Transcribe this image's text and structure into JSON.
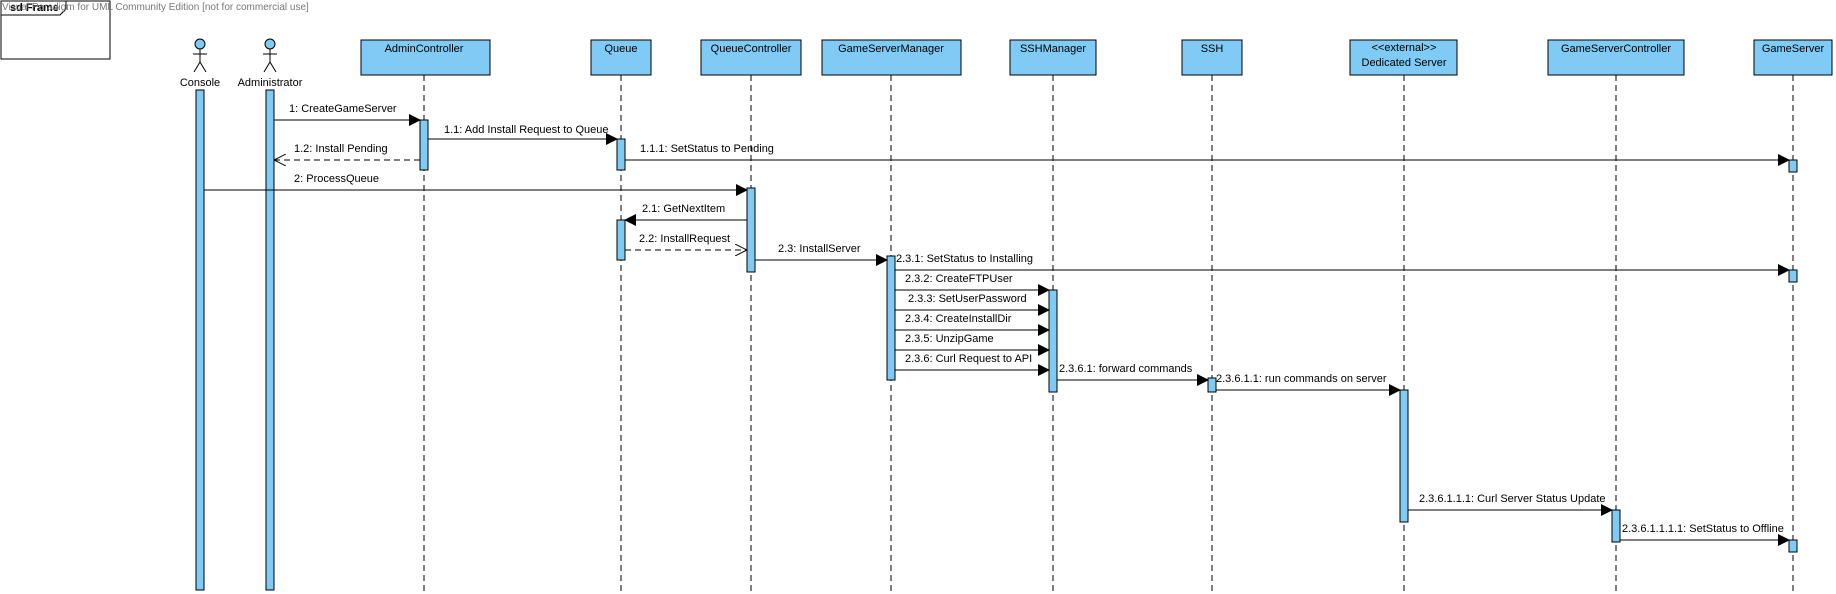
{
  "watermark": "Visual Paradigm for UML Community Edition [not for commercial use]",
  "frame_label": "sd Frame",
  "colors": {
    "box_fill": "#7fcbf5",
    "stroke": "#000000",
    "background": "#ffffff"
  },
  "actors": [
    {
      "id": "console",
      "name": "Console"
    },
    {
      "id": "admin",
      "name": "Administrator"
    }
  ],
  "lifelines": [
    {
      "id": "adminctl",
      "name": "AdminController"
    },
    {
      "id": "queue",
      "name": "Queue"
    },
    {
      "id": "queuectl",
      "name": "QueueController"
    },
    {
      "id": "gsm",
      "name": "GameServerManager"
    },
    {
      "id": "sshm",
      "name": "SSHManager"
    },
    {
      "id": "ssh",
      "name": "SSH"
    },
    {
      "id": "ded",
      "stereotype": "<<external>>",
      "name": "Dedicated Server"
    },
    {
      "id": "gsc",
      "name": "GameServerController"
    },
    {
      "id": "gs",
      "name": "GameServer"
    }
  ],
  "messages": [
    {
      "id": "m1",
      "label": "1: CreateGameServer",
      "kind": "sync"
    },
    {
      "id": "m1_1",
      "label": "1.1: Add Install Request to Queue",
      "kind": "sync"
    },
    {
      "id": "m1_1_1",
      "label": "1.1.1: SetStatus to Pending",
      "kind": "sync"
    },
    {
      "id": "m1_2",
      "label": "1.2: Install Pending",
      "kind": "return"
    },
    {
      "id": "m2",
      "label": "2: ProcessQueue",
      "kind": "sync"
    },
    {
      "id": "m2_1",
      "label": "2.1: GetNextItem",
      "kind": "sync"
    },
    {
      "id": "m2_2",
      "label": "2.2: InstallRequest",
      "kind": "return"
    },
    {
      "id": "m2_3",
      "label": "2.3: InstallServer",
      "kind": "sync"
    },
    {
      "id": "m2_3_1",
      "label": "2.3.1: SetStatus to Installing",
      "kind": "sync"
    },
    {
      "id": "m2_3_2",
      "label": "2.3.2: CreateFTPUser",
      "kind": "sync"
    },
    {
      "id": "m2_3_3",
      "label": "2.3.3: SetUserPassword",
      "kind": "sync"
    },
    {
      "id": "m2_3_4",
      "label": "2.3.4: CreateInstallDir",
      "kind": "sync"
    },
    {
      "id": "m2_3_5",
      "label": "2.3.5: UnzipGame",
      "kind": "sync"
    },
    {
      "id": "m2_3_6",
      "label": "2.3.6: Curl Request to API",
      "kind": "sync"
    },
    {
      "id": "m2_3_6_1",
      "label": "2.3.6.1: forward commands",
      "kind": "sync"
    },
    {
      "id": "m2_3_6_1_1",
      "label": "2.3.6.1.1: run commands on server",
      "kind": "sync"
    },
    {
      "id": "m2_3_6_1_1_1",
      "label": "2.3.6.1.1.1: Curl Server Status Update",
      "kind": "sync"
    },
    {
      "id": "m2_3_6_1_1_1_1",
      "label": "2.3.6.1.1.1.1: SetStatus to Offline",
      "kind": "sync"
    }
  ]
}
